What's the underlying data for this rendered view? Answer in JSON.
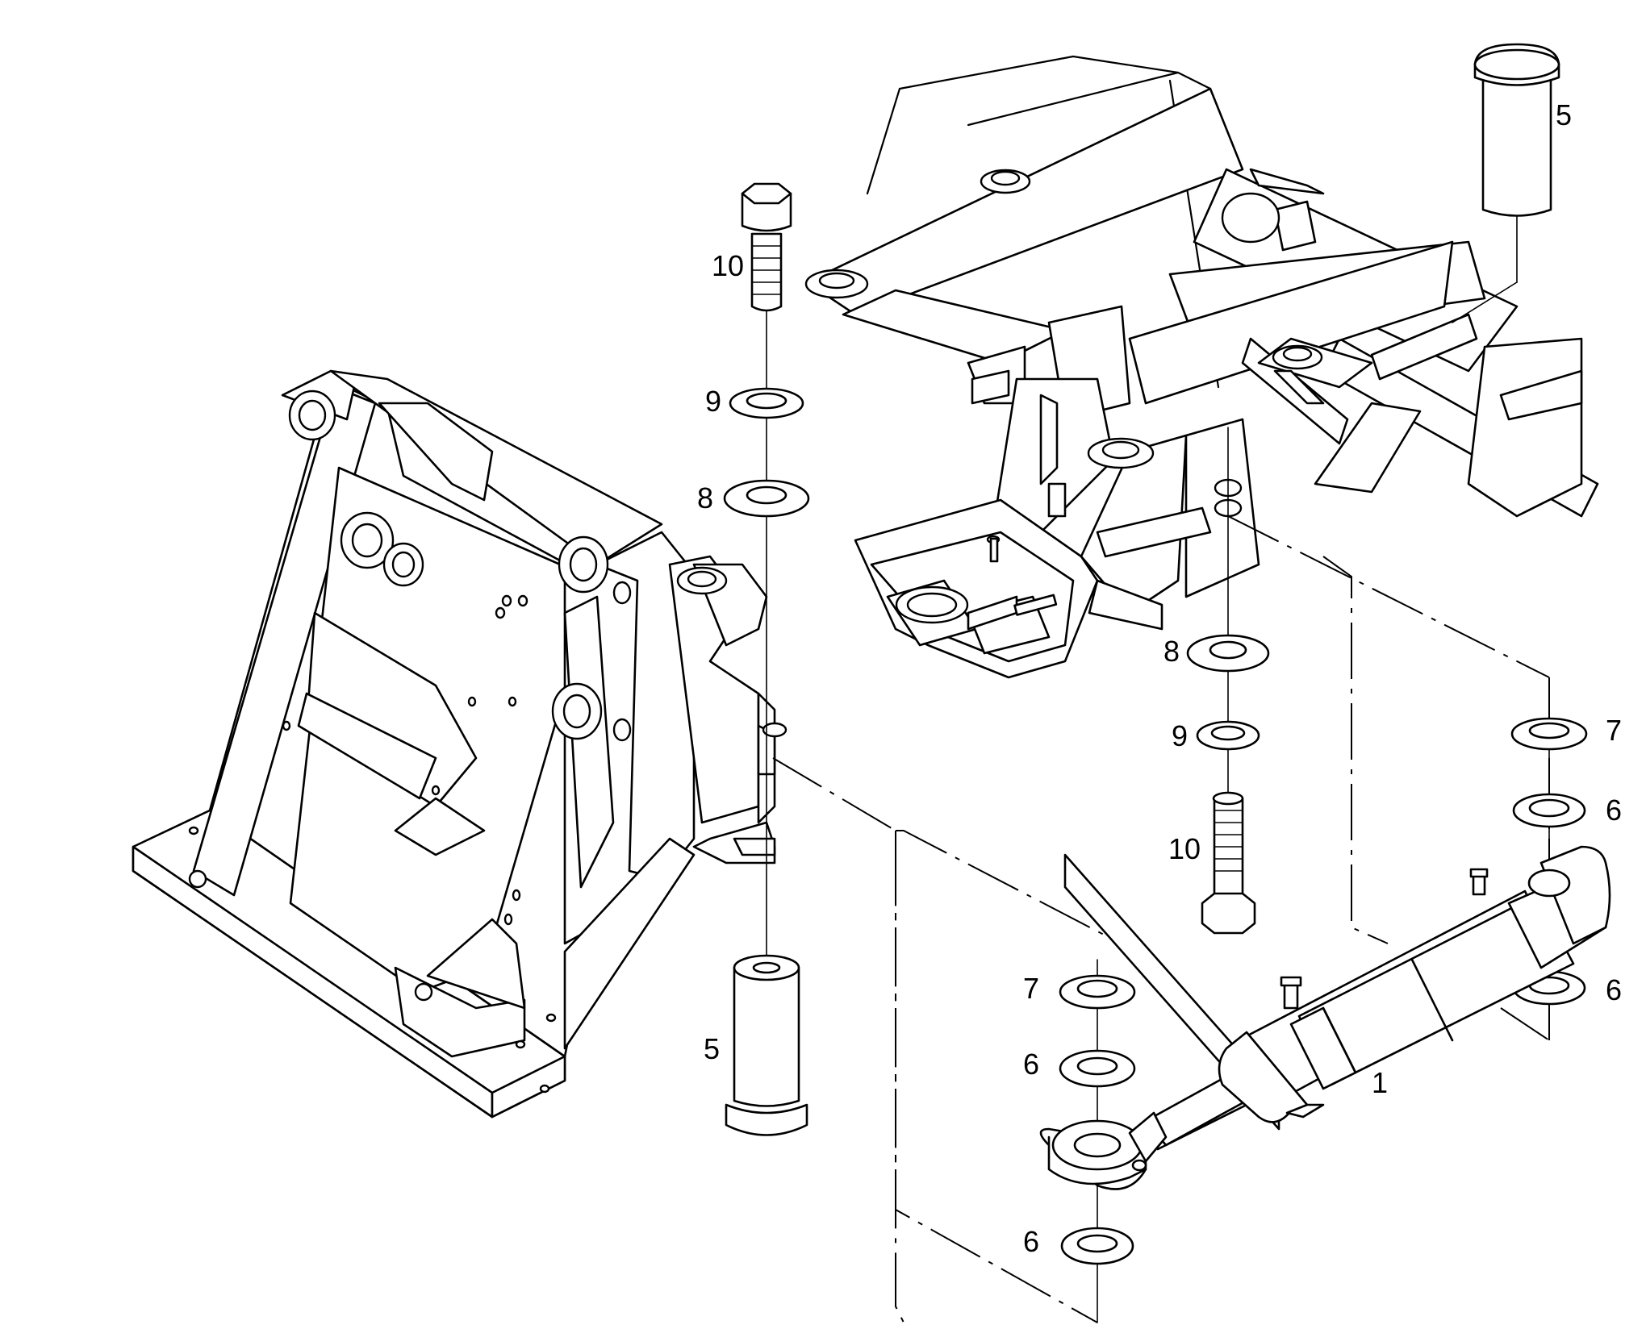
{
  "callouts": [
    {
      "id": "c1",
      "label": "1"
    },
    {
      "id": "c5a",
      "label": "5"
    },
    {
      "id": "c5b",
      "label": "5"
    },
    {
      "id": "c6a",
      "label": "6"
    },
    {
      "id": "c6b",
      "label": "6"
    },
    {
      "id": "c6c",
      "label": "6"
    },
    {
      "id": "c6d",
      "label": "6"
    },
    {
      "id": "c7a",
      "label": "7"
    },
    {
      "id": "c7b",
      "label": "7"
    },
    {
      "id": "c8a",
      "label": "8"
    },
    {
      "id": "c8b",
      "label": "8"
    },
    {
      "id": "c9a",
      "label": "9"
    },
    {
      "id": "c9b",
      "label": "9"
    },
    {
      "id": "c10a",
      "label": "10"
    },
    {
      "id": "c10b",
      "label": "10"
    }
  ]
}
